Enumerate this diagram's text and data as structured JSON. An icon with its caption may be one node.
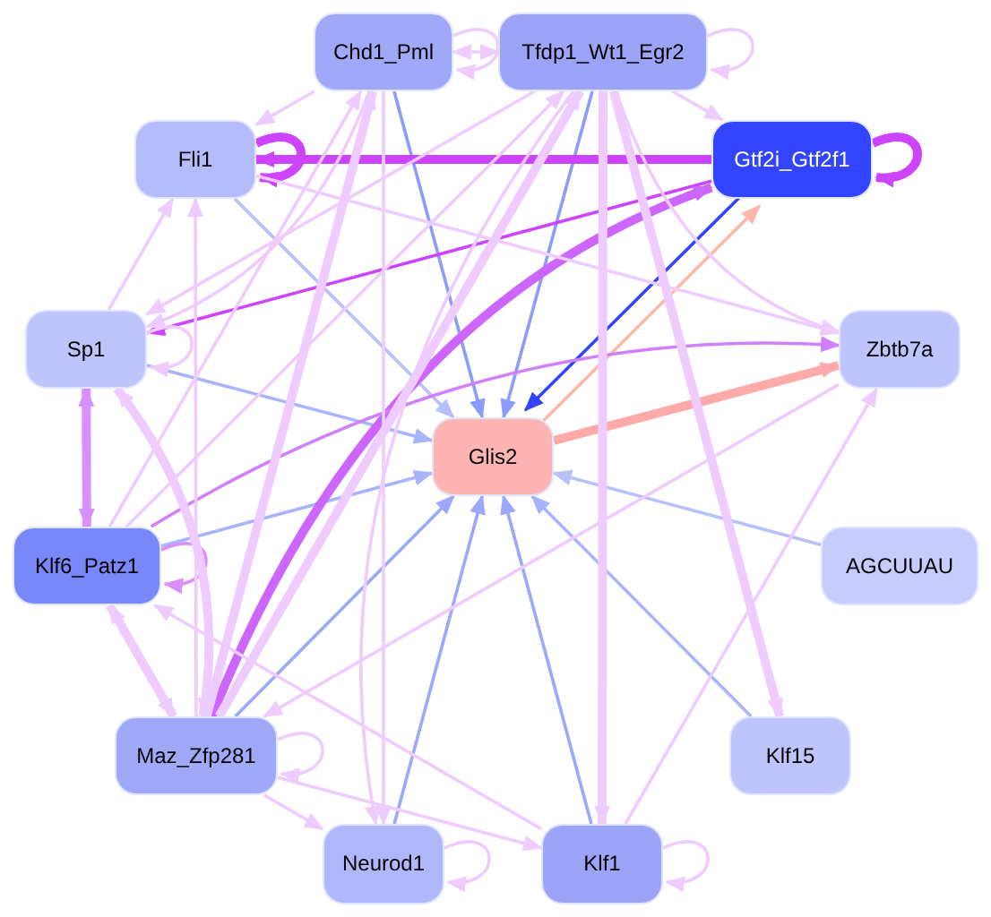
{
  "diagram": {
    "nodes": [
      {
        "text": [
          "Chd1_Pml"
        ]
      },
      {
        "text": [
          "Tfdp1_Wt1_Egr2"
        ]
      },
      {
        "text": [
          "Fli1"
        ]
      },
      {
        "text": [
          "Gtf2i_Gtf2f1"
        ]
      },
      {
        "text": [
          "Sp1"
        ]
      },
      {
        "text": [
          "Zbtb7a"
        ]
      },
      {
        "text": [
          "Glis2"
        ]
      },
      {
        "text": [
          "AGCUUAU"
        ]
      },
      {
        "text": [
          "Klf6_Patz1"
        ]
      },
      {
        "text": [
          "Klf15"
        ]
      },
      {
        "text": [
          "Maz_Zfp281"
        ]
      },
      {
        "text": [
          "Neurod1"
        ]
      },
      {
        "text": [
          "Klf1"
        ]
      }
    ],
    "edges": [
      {
        "from": 0,
        "to": 6,
        "arrow": "to",
        "color": "#8c9cfc"
      },
      {
        "from": 1,
        "to": 6,
        "arrow": "to",
        "color": "#8c9cfc"
      },
      {
        "from": 3,
        "to": 6,
        "arrow": "to",
        "color": "#3344ff"
      },
      {
        "from": 6,
        "to": 3,
        "arrow": "to",
        "color": "#ffb8a8"
      },
      {
        "from": 6,
        "to": 5,
        "arrow": "to",
        "color": "#ffaaaa",
        "style": "thick"
      },
      {
        "from": 2,
        "to": 6,
        "arrow": "to",
        "color": "#b8c0fc"
      },
      {
        "from": 4,
        "to": 6,
        "arrow": "to",
        "color": "#a8b4fc"
      },
      {
        "from": 8,
        "to": 6,
        "arrow": "to",
        "color": "#a8b4fc"
      },
      {
        "from": 10,
        "to": 6,
        "arrow": "to",
        "color": "#9ca8fc"
      },
      {
        "from": 11,
        "to": 6,
        "arrow": "to",
        "color": "#9ca8fc"
      },
      {
        "from": 12,
        "to": 6,
        "arrow": "to",
        "color": "#9ca8fc"
      },
      {
        "from": 9,
        "to": 6,
        "arrow": "to",
        "color": "#a8b4fc"
      },
      {
        "from": 7,
        "to": 6,
        "arrow": "to",
        "color": "#b8c0fc"
      },
      {
        "from": 3,
        "to": 2,
        "arrow": "to",
        "color": "#cc44ff",
        "style": "thick"
      },
      {
        "from": 2,
        "to": 2,
        "arrow": "to",
        "color": "#cc44ff",
        "style": "thick"
      },
      {
        "from": 3,
        "to": 3,
        "arrow": "to",
        "color": "#cc44ff",
        "style": "thick"
      },
      {
        "from": 3,
        "to": 4,
        "arrow": "to",
        "color": "#cc44ff"
      },
      {
        "from": 10,
        "to": 3,
        "arrow": "to",
        "color": "#cc66ff",
        "style": "thick"
      },
      {
        "from": 8,
        "to": 5,
        "arrow": "to",
        "color": "#d080ff"
      },
      {
        "from": 8,
        "to": 4,
        "arrow": "both",
        "color": "#d890ff",
        "style": "thick"
      },
      {
        "from": 8,
        "to": 8,
        "arrow": "to",
        "color": "#d890ff"
      },
      {
        "from": 10,
        "to": 10,
        "arrow": "to"
      },
      {
        "from": 11,
        "to": 11,
        "arrow": "to"
      },
      {
        "from": 12,
        "to": 12,
        "arrow": "to"
      },
      {
        "from": 4,
        "to": 4,
        "arrow": "to"
      },
      {
        "from": 0,
        "to": 0,
        "arrow": "to"
      },
      {
        "from": 1,
        "to": 1,
        "arrow": "to"
      },
      {
        "from": 0,
        "to": 1,
        "arrow": "both"
      },
      {
        "from": 1,
        "to": 3,
        "arrow": "to"
      },
      {
        "from": 1,
        "to": 9,
        "arrow": "to",
        "style": "thick"
      },
      {
        "from": 1,
        "to": 12,
        "arrow": "to",
        "style": "thick"
      },
      {
        "from": 1,
        "to": 5,
        "arrow": "to"
      },
      {
        "from": 0,
        "to": 2,
        "arrow": "to"
      },
      {
        "from": 4,
        "to": 2,
        "arrow": "to"
      },
      {
        "from": 10,
        "to": 2,
        "arrow": "to"
      },
      {
        "from": 10,
        "to": 0,
        "arrow": "to",
        "style": "thick"
      },
      {
        "from": 8,
        "to": 0,
        "arrow": "to"
      },
      {
        "from": 10,
        "to": 1,
        "arrow": "to",
        "style": "thick"
      },
      {
        "from": 8,
        "to": 1,
        "arrow": "to"
      },
      {
        "from": 1,
        "to": 4,
        "arrow": "to"
      },
      {
        "from": 0,
        "to": 4,
        "arrow": "to"
      },
      {
        "from": 2,
        "to": 5,
        "arrow": "to"
      },
      {
        "from": 5,
        "to": 10,
        "arrow": "to"
      },
      {
        "from": 12,
        "to": 5,
        "arrow": "to"
      },
      {
        "from": 8,
        "to": 10,
        "arrow": "both",
        "style": "thick"
      },
      {
        "from": 4,
        "to": 10,
        "arrow": "both",
        "style": "thick"
      },
      {
        "from": 10,
        "to": 11,
        "arrow": "to"
      },
      {
        "from": 10,
        "to": 12,
        "arrow": "to"
      },
      {
        "from": 12,
        "to": 8,
        "arrow": "to"
      },
      {
        "from": 0,
        "to": 11,
        "arrow": "to"
      },
      {
        "from": 1,
        "to": 11,
        "arrow": "to"
      }
    ]
  }
}
